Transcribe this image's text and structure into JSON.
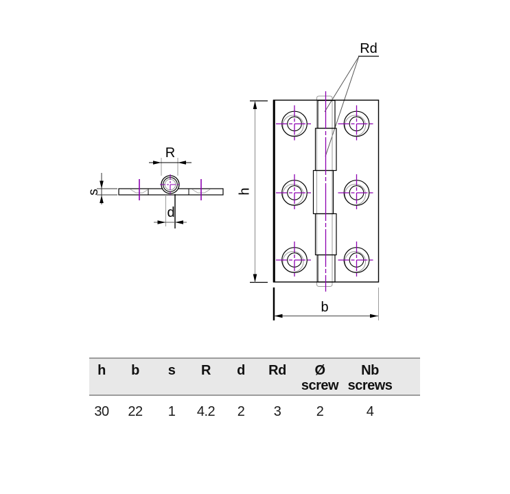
{
  "drawing": {
    "labels": {
      "R": "R",
      "s": "s",
      "d": "d",
      "h": "h",
      "b": "b",
      "Rd": "Rd"
    },
    "colors": {
      "line": "#000000",
      "aux": "#9a9a9a",
      "centerline": "#8C00B0"
    }
  },
  "table": {
    "columns": [
      {
        "label": "h",
        "sub": ""
      },
      {
        "label": "b",
        "sub": ""
      },
      {
        "label": "s",
        "sub": ""
      },
      {
        "label": "R",
        "sub": ""
      },
      {
        "label": "d",
        "sub": ""
      },
      {
        "label": "Rd",
        "sub": ""
      },
      {
        "label": "Ø",
        "sub": "screw"
      },
      {
        "label": "Nb",
        "sub": "screws"
      }
    ],
    "values": [
      "30",
      "22",
      "1",
      "4.2",
      "2",
      "3",
      "2",
      "4"
    ]
  }
}
